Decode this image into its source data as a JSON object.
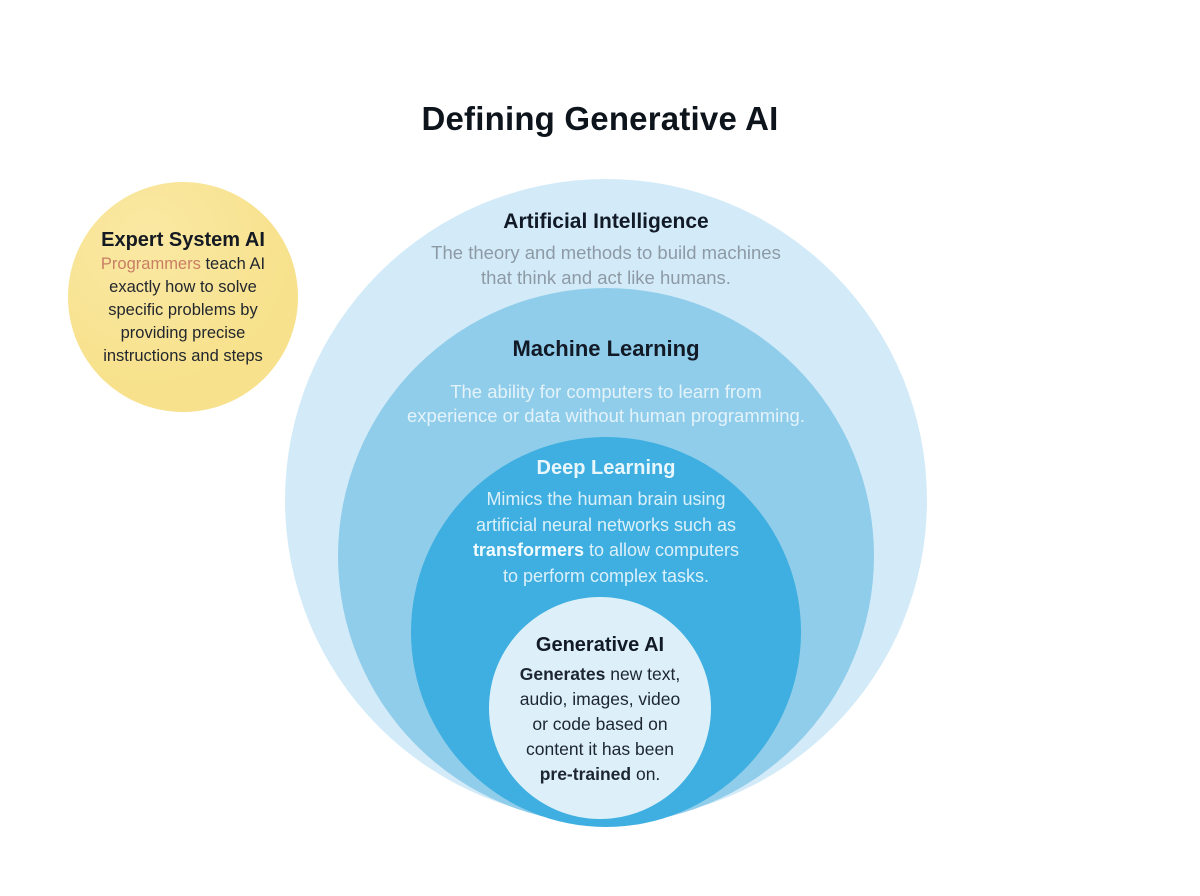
{
  "page": {
    "title": "Defining Generative AI"
  },
  "colors": {
    "background": "#ffffff",
    "ai_circle": "#d3ebf8",
    "ml_circle": "#90cdea",
    "dl_circle": "#3eafe0",
    "genai_circle": "#ddf0f9",
    "expert_circle": "#f7e18c",
    "highlight_text": "#c97e63",
    "heading_dark": "#111a26",
    "ai_subtitle_gray": "#8d9aa5"
  },
  "expert_system": {
    "title": "Expert System AI",
    "line1_highlight": "Programmers",
    "line1_rest": " teach AI",
    "line2": "exactly how to solve",
    "line3": "specific problems by",
    "line4": "providing precise",
    "line5": "instructions and steps"
  },
  "rings": {
    "ai": {
      "title": "Artificial Intelligence",
      "line1": "The theory and methods to build machines",
      "line2": "that think and act like humans."
    },
    "ml": {
      "title": "Machine Learning",
      "line1": "The ability for computers to learn from",
      "line2": "experience or data without human programming."
    },
    "dl": {
      "title": "Deep Learning",
      "line1": "Mimics the human brain using",
      "line2": "artificial neural networks such as",
      "line3_bold": "transformers",
      "line3_rest": " to allow computers",
      "line4": "to perform complex tasks."
    },
    "genai": {
      "title": "Generative AI",
      "line1_bold": "Generates",
      "line1_rest": " new text,",
      "line2": "audio, images, video",
      "line3": "or code based on",
      "line4": "content it has been",
      "line5_bold": "pre-trained",
      "line5_rest": " on."
    }
  }
}
